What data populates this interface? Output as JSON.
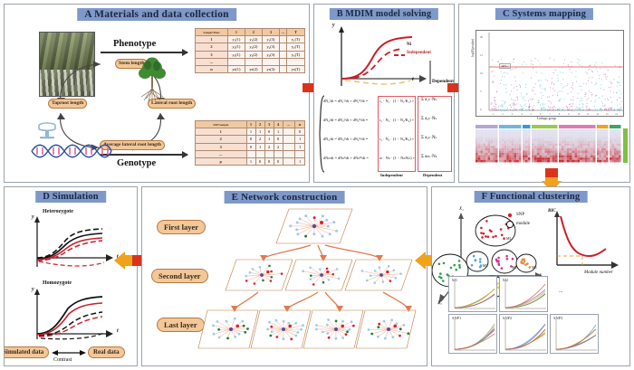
{
  "panels": {
    "a": {
      "title": "A Materials and data collection",
      "flow_labels": {
        "phenotype": "Phenotype",
        "genotype": "Genotype"
      },
      "traits": [
        "Stem length",
        "Taproot length",
        "Lateral root length",
        "Average lateral root length"
      ],
      "phenotype_table": {
        "corner": "Sample\\Time",
        "headers": [
          "1",
          "2",
          "3",
          "...",
          "T"
        ],
        "rows": [
          {
            "label": "1",
            "cells": [
              "y₁(1)",
              "y₁(2)",
              "y₁(3)",
              "",
              "y₁(T)"
            ]
          },
          {
            "label": "2",
            "cells": [
              "y₂(1)",
              "y₂(2)",
              "y₂(3)",
              "",
              "y₂(T)"
            ]
          },
          {
            "label": "3",
            "cells": [
              "y₃(1)",
              "y₃(2)",
              "y₃(3)",
              "",
              "y₃(T)"
            ]
          },
          {
            "label": "...",
            "cells": [
              "",
              "",
              "",
              "",
              ""
            ]
          },
          {
            "label": "n",
            "cells": [
              "yₙ(1)",
              "yₙ(2)",
              "yₙ(3)",
              "",
              "yₙ(T)"
            ]
          }
        ]
      },
      "genotype_table": {
        "corner": "SNP\\Sample",
        "headers": [
          "1",
          "2",
          "3",
          "4",
          "...",
          "n"
        ],
        "rows": [
          {
            "label": "1",
            "cells": [
              "1",
              "1",
              "0",
              "1",
              "",
              "0"
            ]
          },
          {
            "label": "2",
            "cells": [
              "0",
              "2",
              "1",
              "0",
              "",
              "1"
            ]
          },
          {
            "label": "3",
            "cells": [
              "0",
              "1",
              "2",
              "2",
              "",
              "1"
            ]
          },
          {
            "label": "...",
            "cells": [
              "",
              "",
              "",
              "",
              "",
              ""
            ]
          },
          {
            "label": "p",
            "cells": [
              "1",
              "0",
              "0",
              "0",
              "",
              "1"
            ]
          }
        ]
      }
    },
    "b": {
      "title": "B MDIM model solving",
      "axis": {
        "y": "y",
        "x": "t"
      },
      "curve_labels": {
        "ni": "Ni",
        "independent": "Independent",
        "dependent": "Dependent"
      },
      "box_captions": {
        "left": "Independent",
        "right": "Dependent"
      },
      "equations": [
        "dN₁/dt = dN₁ᴵ/dt + dN₁ᴰ/dt",
        "dN₂/dt = dN₂ᴵ/dt + dN₂ᴰ/dt",
        "dN₃/dt = dN₃ᴵ/dt + dN₃ᴰ/dt",
        "dNₙ/dt = dNₙᴵ/dt + dNₙᴰ/dt"
      ],
      "independent_terms": [
        "r₁ · N₁ · (1 − N₁/K₁)",
        "r₂ · N₂ · (1 − N₂/K₂)",
        "r₃ · N₃ · (1 − N₃/K₃)",
        "rₙ · Nₙ · (1 − Nₙ/Kₙ)"
      ],
      "dependent_terms": [
        "Σ a₁ₖ·Nₖ",
        "Σ a₂ₖ·Nₖ",
        "Σ a₃ₖ·Nₖ",
        "Σ aₙₖ·Nₖ"
      ]
    },
    "c": {
      "title": "C Systems mapping",
      "manhattan": {
        "ylabel": "log10(pvalue)",
        "xlabel": "Linkage group",
        "yticks": [
          "20",
          "15",
          "10",
          "5",
          "0"
        ],
        "annotation": "qRN-1"
      }
    },
    "d": {
      "title": "D Simulation",
      "charts": [
        {
          "name": "Heterozygote",
          "xlabel": "t",
          "ylabel": "y"
        },
        {
          "name": "Homozygote",
          "xlabel": "t",
          "ylabel": "y"
        }
      ],
      "simulated_label": "Simulated data",
      "real_label": "Real data",
      "contrast_label": "Contrast"
    },
    "e": {
      "title": "E Network construction",
      "layers": [
        "First layer",
        "Second layer",
        "Last layer"
      ]
    },
    "f": {
      "title": "F Functional clustering",
      "axes": {
        "x1": "X₁",
        "x2": "X₂",
        "x3": "X₃"
      },
      "legend": [
        {
          "key": "snp",
          "label": "SNP"
        },
        {
          "key": "module",
          "label": "module"
        }
      ],
      "modules": [
        "M1",
        "M2",
        "M3",
        "M4",
        "M5",
        "M6",
        "M7"
      ],
      "bic": {
        "ylabel": "BIC",
        "xlabel": "Module number"
      },
      "minicharts": [
        {
          "name": "M1"
        },
        {
          "name": "M2"
        },
        {
          "name": "..."
        },
        {
          "name": "SNP1"
        },
        {
          "name": "SNP2"
        },
        {
          "name": "SNP3"
        }
      ]
    }
  },
  "colors": {
    "header_bg": "#7e99c9",
    "pill_bg": "#f2c79a",
    "pill_border": "#b9793c",
    "ribbon_red": "#d9331e",
    "ribbon_orange": "#f0a21a",
    "curve_red": "#cc1f2a",
    "curve_black": "#111111"
  }
}
